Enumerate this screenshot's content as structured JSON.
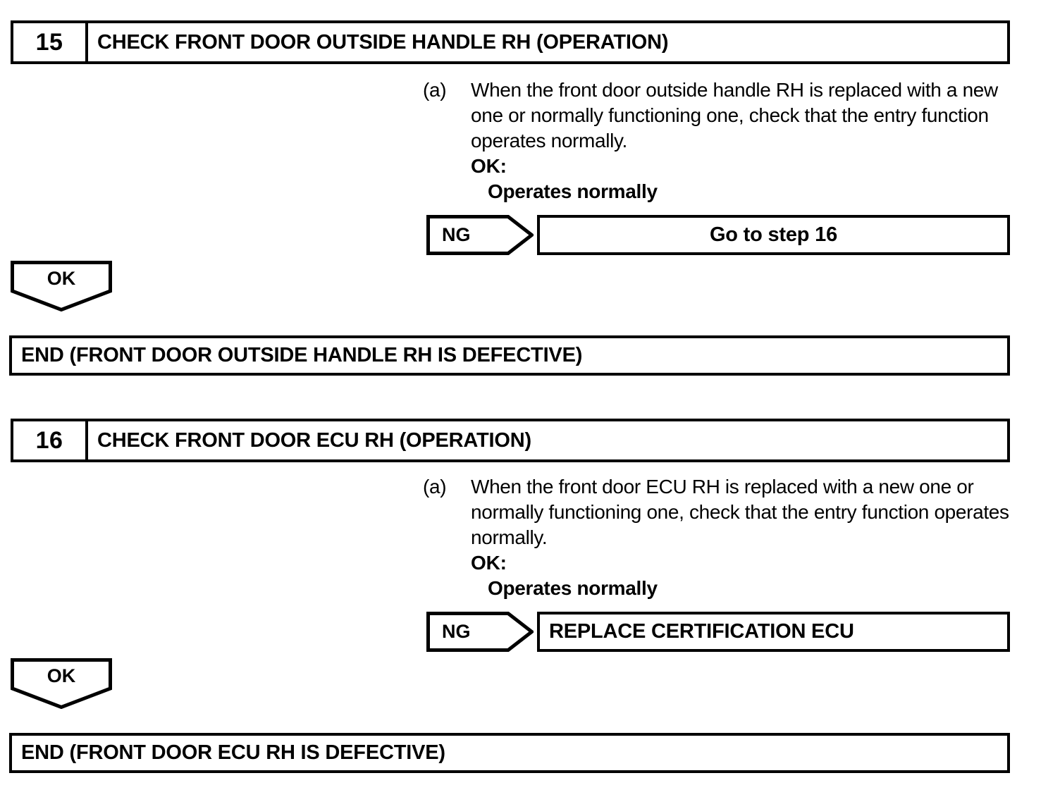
{
  "document": {
    "type": "diagnostic-flowchart",
    "background_color": "#ffffff",
    "line_color": "#000000"
  },
  "steps": [
    {
      "number": "15",
      "title": "CHECK FRONT DOOR OUTSIDE HANDLE RH (OPERATION)",
      "procedure": {
        "marker": "(a)",
        "text": "When the front door outside handle RH is replaced with a new one or normally functioning one, check that the entry function operates normally.",
        "ok_label": "OK:",
        "ok_value": "Operates normally"
      },
      "ng_branch": {
        "tag": "NG",
        "result": "Go to step 16",
        "align": "center"
      },
      "ok_branch": {
        "tag": "OK",
        "result": "END (FRONT DOOR OUTSIDE HANDLE RH IS DEFECTIVE)"
      }
    },
    {
      "number": "16",
      "title": "CHECK FRONT DOOR ECU RH (OPERATION)",
      "procedure": {
        "marker": "(a)",
        "text": "When the front door ECU RH is replaced with a new one or normally functioning one, check that the entry function operates normally.",
        "ok_label": "OK:",
        "ok_value": "Operates normally"
      },
      "ng_branch": {
        "tag": "NG",
        "result": "REPLACE CERTIFICATION ECU",
        "align": "left"
      },
      "ok_branch": {
        "tag": "OK",
        "result": "END (FRONT DOOR ECU RH IS DEFECTIVE)"
      }
    }
  ]
}
